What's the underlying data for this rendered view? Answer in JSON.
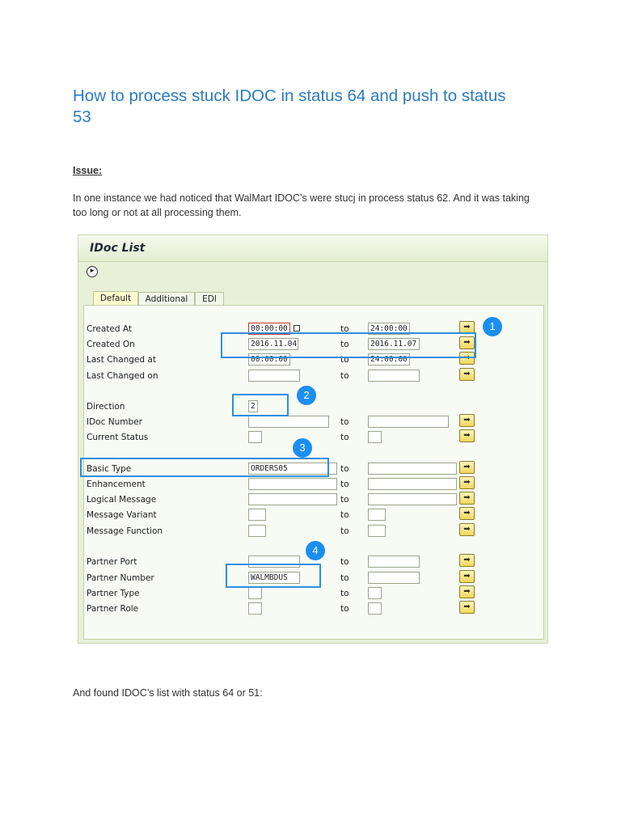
{
  "doc": {
    "title": "How to process stuck IDOC in status 64 and push to status 53",
    "issue_heading": "Issue:",
    "issue_text": "In one instance we had noticed that WalMart IDOC’s were stucj in process status 62. And it was taking too long or not at all processing them.",
    "found_text": "And found IDOC’s list with status 64 or 51:"
  },
  "sap": {
    "title": "IDoc List",
    "execute_icon": "execute-icon",
    "tabs": [
      {
        "label": "Default",
        "active": true
      },
      {
        "label": "Additional",
        "active": false
      },
      {
        "label": "EDI",
        "active": false
      }
    ],
    "to_label": "to",
    "multi_select_icon": "arrow-right-icon",
    "fields": [
      {
        "label": "Created At",
        "from": "00:00:00",
        "to": "24:00:00"
      },
      {
        "label": "Created On",
        "from": "2016.11.04",
        "to": "2016.11.07"
      },
      {
        "label": "Last Changed at",
        "from": "00:00:00",
        "to": "24:00:00"
      },
      {
        "label": "Last Changed on",
        "from": "",
        "to": ""
      },
      {
        "label": "Direction",
        "from": "2"
      },
      {
        "label": "IDoc Number",
        "from": "",
        "to": ""
      },
      {
        "label": "Current Status",
        "from": "",
        "to": ""
      },
      {
        "label": "Basic Type",
        "from": "ORDERS05",
        "to": ""
      },
      {
        "label": "Enhancement",
        "from": "",
        "to": ""
      },
      {
        "label": "Logical Message",
        "from": "",
        "to": ""
      },
      {
        "label": "Message Variant",
        "from": "",
        "to": ""
      },
      {
        "label": "Message Function",
        "from": "",
        "to": ""
      },
      {
        "label": "Partner Port",
        "from": "",
        "to": ""
      },
      {
        "label": "Partner Number",
        "from": "WALMBDUS",
        "to": ""
      },
      {
        "label": "Partner Type",
        "from": "",
        "to": ""
      },
      {
        "label": "Partner Role",
        "from": "",
        "to": ""
      }
    ],
    "annotations": [
      "1",
      "2",
      "3",
      "4"
    ],
    "highlight_color": "#2b8fe0",
    "badge_color": "#1c8ef0"
  }
}
